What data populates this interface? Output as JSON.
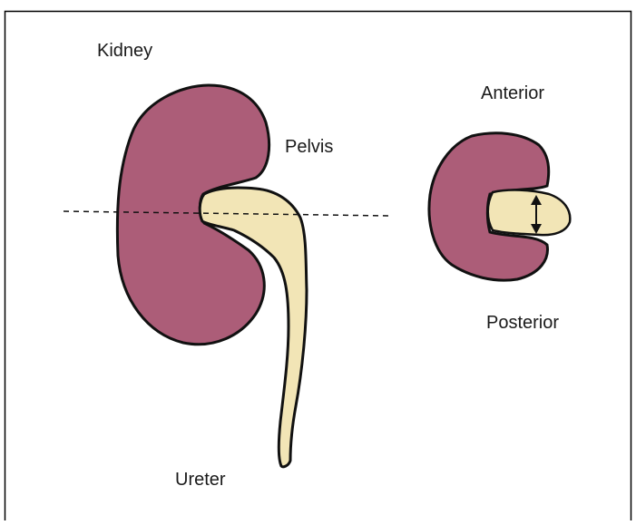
{
  "labels": {
    "kidney": "Kidney",
    "pelvis": "Pelvis",
    "ureter": "Ureter",
    "anterior": "Anterior",
    "posterior": "Posterior"
  },
  "colors": {
    "kidney_fill": "#ac5d78",
    "pelvis_fill": "#f2e5b6",
    "outline": "#111111",
    "frame": "#000000"
  }
}
